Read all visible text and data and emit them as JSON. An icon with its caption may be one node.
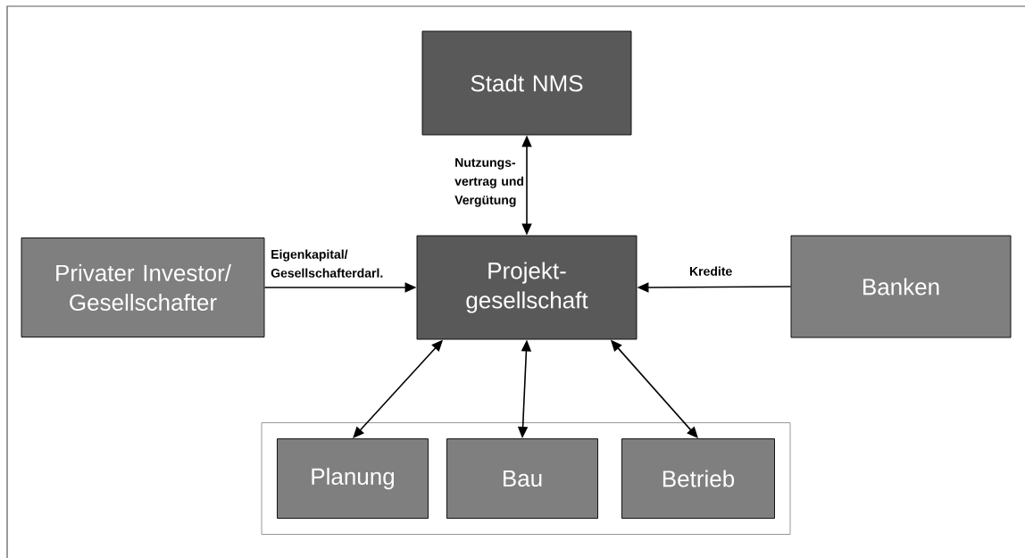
{
  "diagram": {
    "nodes": [
      {
        "text": [
          "Stadt NMS"
        ]
      },
      {
        "text": [
          "Privater Investor/ Gesellschafter"
        ]
      },
      {
        "text": [
          "Projekt- gesellschaft"
        ]
      },
      {
        "text": [
          "Banken"
        ]
      },
      {
        "text": [],
        "shape": "box"
      },
      {
        "text": [
          "Planung"
        ],
        "in": 4
      },
      {
        "text": [
          "Bau"
        ],
        "in": 4
      },
      {
        "text": [
          "Betrieb"
        ],
        "in": 4
      }
    ],
    "edges": [
      {
        "from": 0,
        "to": 2,
        "arrow": "both",
        "label": "Nutzungs- vertrag und Vergütung"
      },
      {
        "from": 1,
        "to": 2,
        "arrow": "to",
        "label": "Eigenkapital/ Gesellschafterdarl."
      },
      {
        "from": 3,
        "to": 2,
        "arrow": "to",
        "label": "Kredite"
      },
      {
        "from": 2,
        "to": 5,
        "arrow": "both"
      },
      {
        "from": 2,
        "to": 6,
        "arrow": "both"
      },
      {
        "from": 2,
        "to": 7,
        "arrow": "both"
      }
    ]
  }
}
